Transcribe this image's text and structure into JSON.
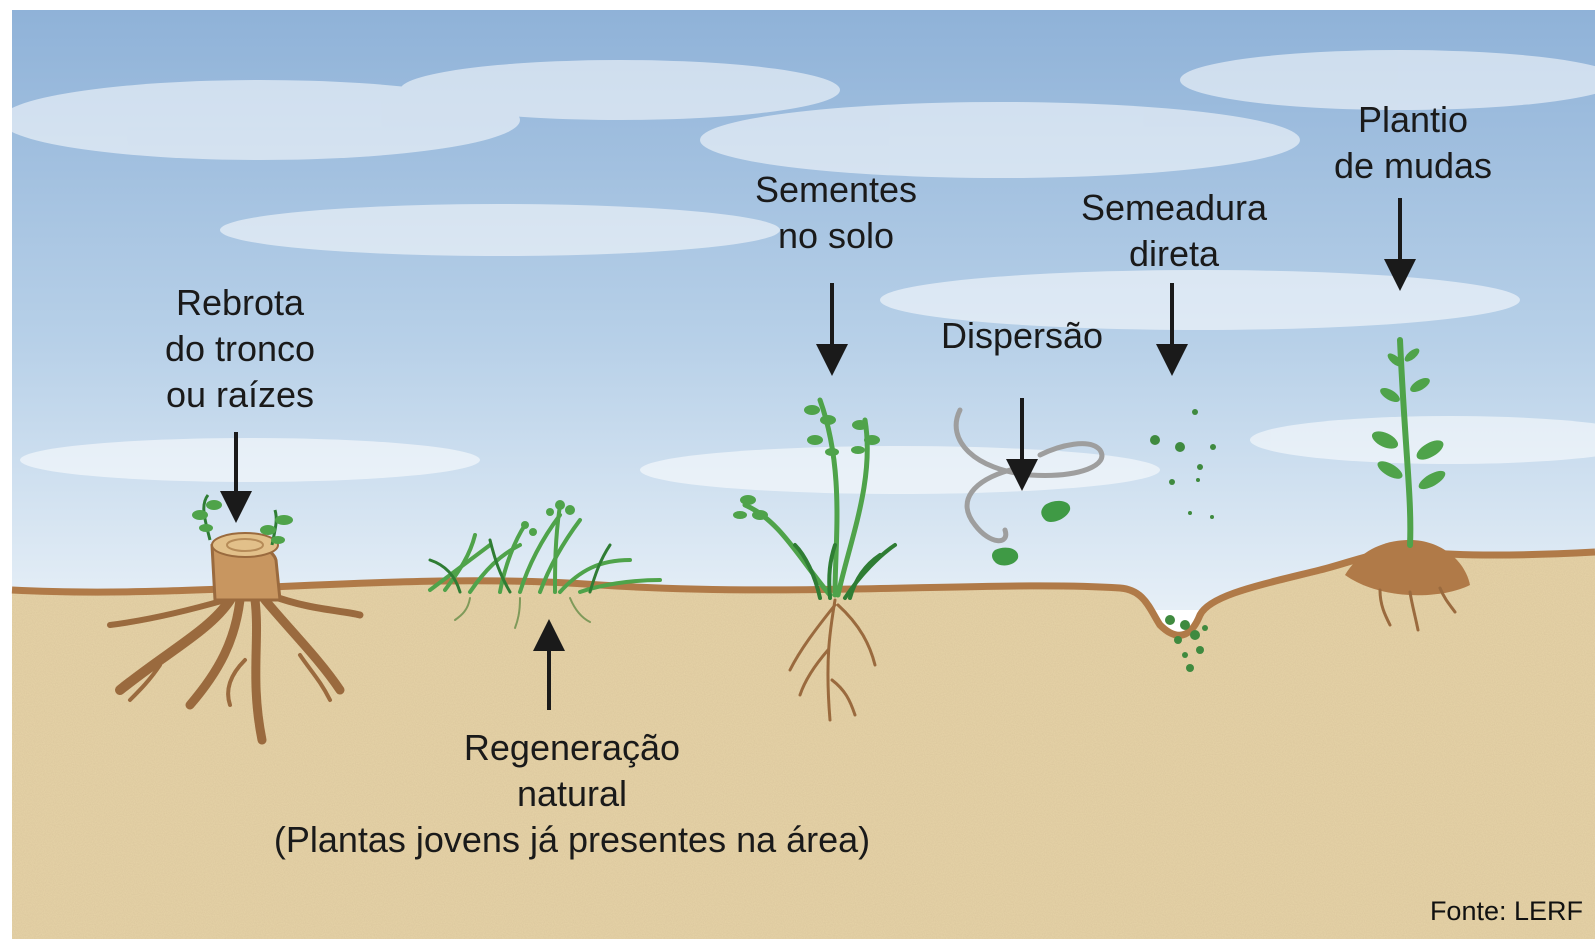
{
  "labels": {
    "rebrota": [
      "Rebrota",
      "do tronco",
      "ou raízes"
    ],
    "sementes": [
      "Sementes",
      "no solo"
    ],
    "dispersao": [
      "Dispersão"
    ],
    "semeadura": [
      "Semeadura",
      "direta"
    ],
    "plantio": [
      "Plantio",
      "de mudas"
    ],
    "regeneracao": [
      "Regeneração",
      "natural",
      "(Plantas jovens já presentes na área)"
    ]
  },
  "source": "Fonte: LERF",
  "colors": {
    "sky_top": "#7fa6d0",
    "sky_bottom": "#e3edf6",
    "soil": "#e7d4a8",
    "soil_line": "#b07a48",
    "root": "#9a6a3e",
    "plant": "#4fa34a",
    "plant_dark": "#2f7d34",
    "arrow": "#1a1a1a",
    "swirl": "#9e9e9e"
  }
}
